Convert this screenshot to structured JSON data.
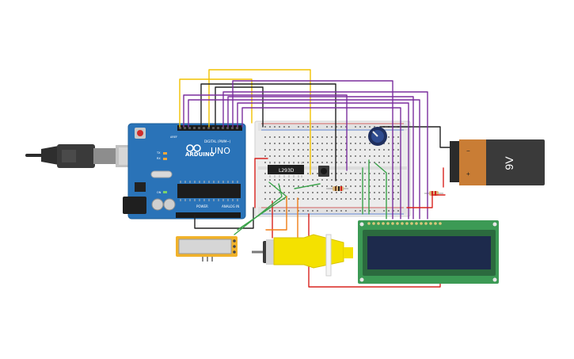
{
  "arduino": {
    "brand": "ARDUINO",
    "model": "UNO",
    "digital_label": "DIGITAL (PWM~)",
    "power_label": "POWER",
    "analog_label": "ANALOG IN",
    "aref_label": "AREF",
    "gnd_label": "GND",
    "tx_label": "TX",
    "rx_label": "RX",
    "on_label": "ON",
    "l_label": "L"
  },
  "ic": {
    "label": "L293D"
  },
  "battery": {
    "label": "9V",
    "minus": "−",
    "plus": "+"
  },
  "components": [
    "usb-cable",
    "arduino-uno",
    "breadboard",
    "motor-driver-ic",
    "potentiometer",
    "push-button",
    "resistor",
    "battery-9v",
    "lcd-16x2",
    "dc-gear-motor",
    "tilt-sensor-module"
  ],
  "colors": {
    "arduino_board": "#2a73b8",
    "wire_purple": "#7b2f9e",
    "wire_yellow": "#f2c200",
    "wire_black": "#222222",
    "wire_red": "#d8231e",
    "wire_green": "#3aa34a",
    "wire_orange": "#f07d16",
    "lcd_pcb": "#3c9a55",
    "lcd_screen": "#1d2a4c",
    "motor_body": "#f4e100",
    "battery_body": "#c97d35",
    "sensor_frame": "#f1b22a"
  }
}
